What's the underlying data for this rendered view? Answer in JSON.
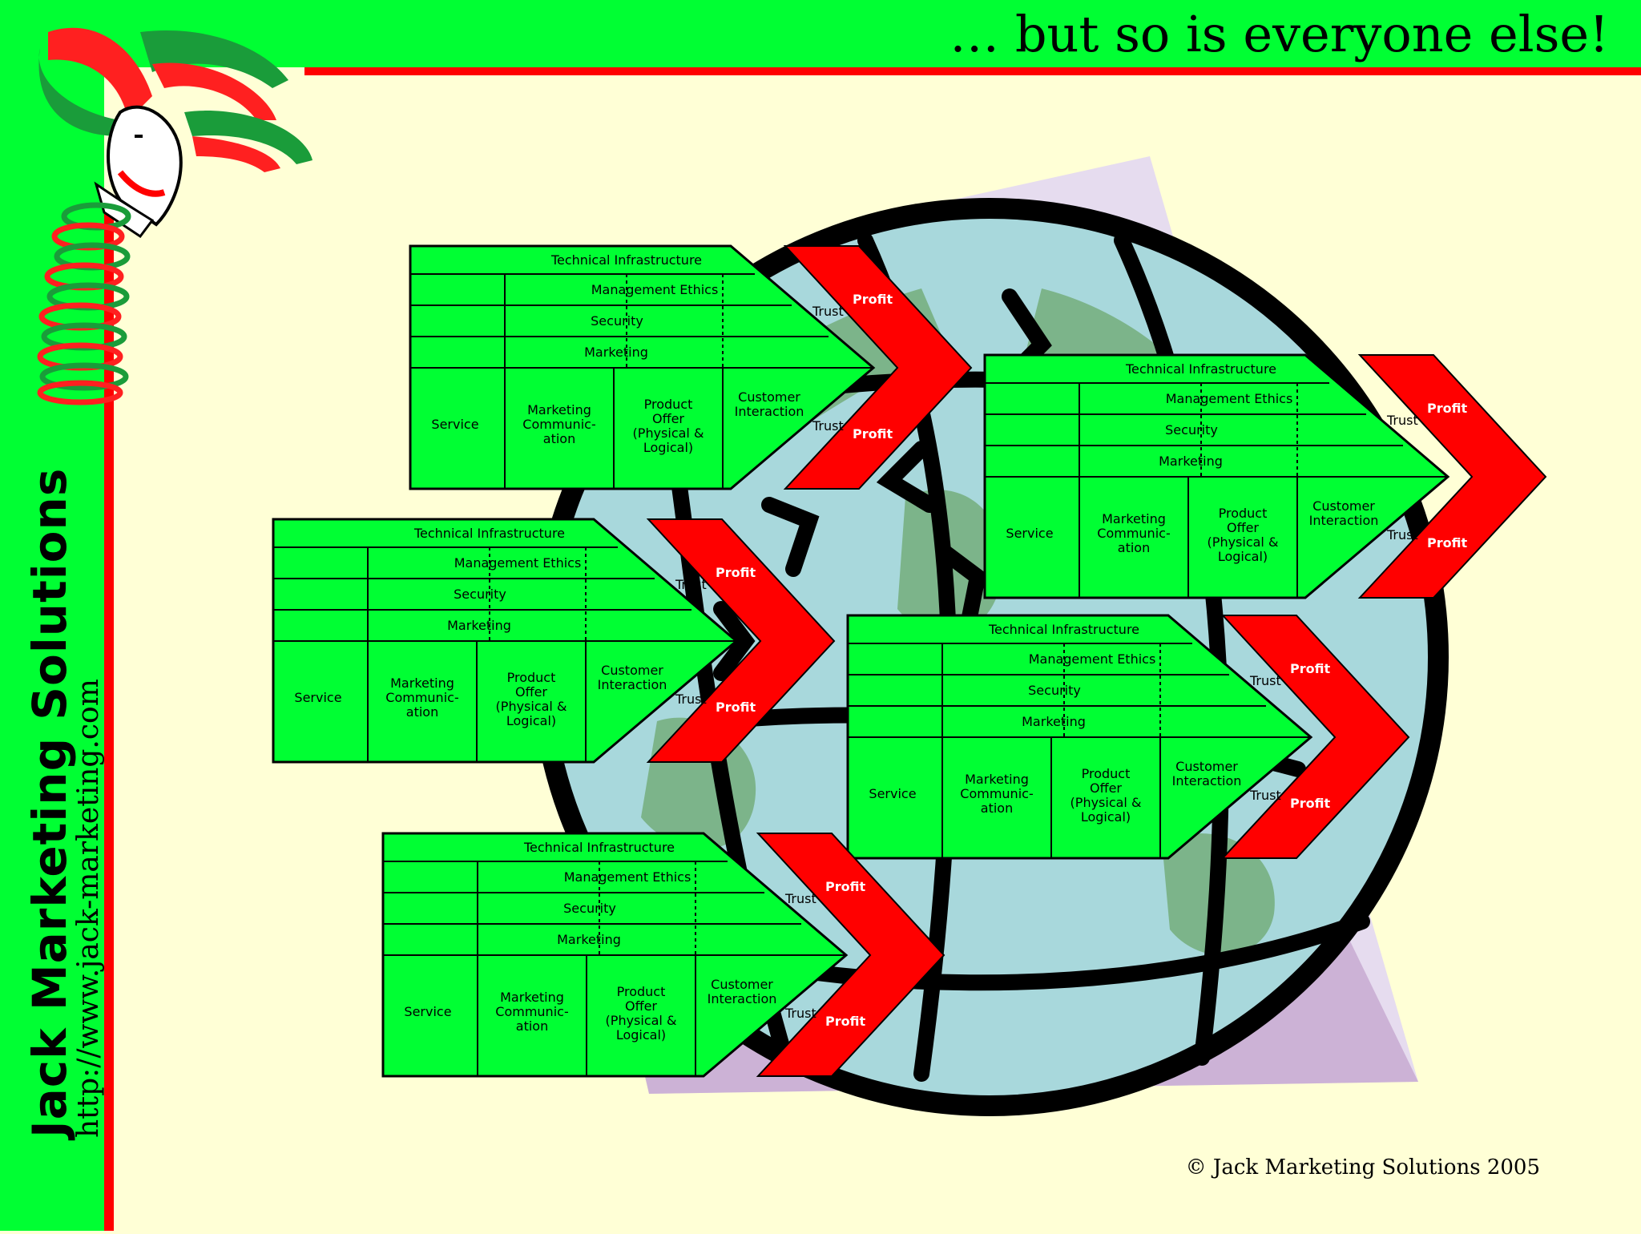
{
  "branding": {
    "company": "Jack Marketing Solutions",
    "url": "http://www.jack-marketing.com",
    "copyright": "© Jack Marketing Solutions 2005"
  },
  "header": {
    "tagline": "… but so is everyone else!"
  },
  "colors": {
    "green": "#00ff33",
    "red": "#ff0000",
    "background": "#ffffd6"
  },
  "diagram_labels": {
    "technical": "Technical Infrastructure",
    "management": "Management Ethics",
    "security": "Security",
    "marketing": "Marketing",
    "service": "Service",
    "mc1": "Marketing",
    "mc2": "Communic-",
    "mc3": "ation",
    "po1": "Product",
    "po2": "Offer",
    "po3": "(Physical &",
    "po4": "Logical)",
    "ci1": "Customer",
    "ci2": "Interaction",
    "trust": "Trust",
    "profit": "Profit"
  },
  "icons": {
    "mascot": "jester-icon",
    "globe": "globe-icon"
  }
}
